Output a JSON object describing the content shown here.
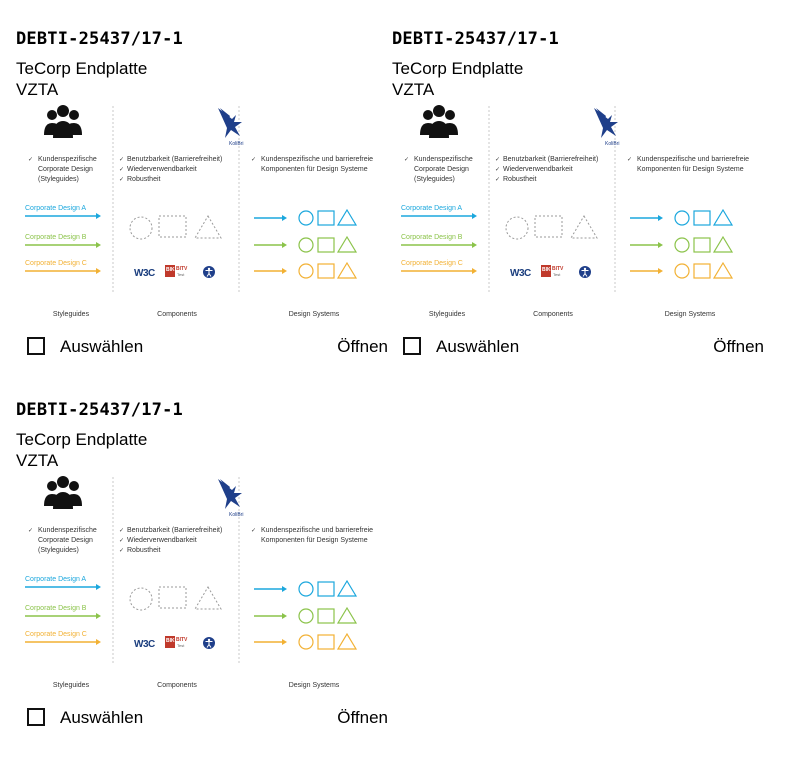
{
  "colors": {
    "design_a": "#1ba7dd",
    "design_b": "#8bc34a",
    "design_c": "#f2b134",
    "kolibri_blue": "#1f3f8a",
    "bik_red": "#c0392b",
    "divider": "#c8c8c8"
  },
  "cards": [
    {
      "title": "DEBTI-25437/17-1",
      "subtitle_line1": "TeCorp Endplatte",
      "subtitle_line2": "VZTA",
      "select_label": "Auswählen",
      "open_label": "Öffnen"
    },
    {
      "title": "DEBTI-25437/17-1",
      "subtitle_line1": "TeCorp Endplatte",
      "subtitle_line2": "VZTA",
      "select_label": "Auswählen",
      "open_label": "Öffnen"
    },
    {
      "title": "DEBTI-25437/17-1",
      "subtitle_line1": "TeCorp Endplatte",
      "subtitle_line2": "VZTA",
      "select_label": "Auswählen",
      "open_label": "Öffnen"
    }
  ],
  "figure": {
    "icons": {
      "users": "group-people-icon",
      "kolibri": "hummingbird-logo-icon",
      "w3c": "w3c-logo",
      "bik": "bik-bitv-logo",
      "accessibility": "accessibility-icon"
    },
    "kolibri_label": "KoliBri",
    "col1_check_lines": [
      "Kundenspezifische",
      "Corporate Design",
      "(Styleguides)"
    ],
    "col2_checks": [
      "Benutzbarkeit (Barrierefreiheit)",
      "Wiederverwendbarkeit",
      "Robustheit"
    ],
    "col3_check_lines": [
      "Kundenspezifische und barrierefreie",
      "Komponenten für Design Systeme"
    ],
    "designs": [
      "Corporate Design A",
      "Corporate Design B",
      "Corporate Design C"
    ],
    "w3c_text": "W3C",
    "bik_text_top": "BIK",
    "bik_text_right": "BITV",
    "bik_text_small": "Test",
    "footers": [
      "Styleguides",
      "Components",
      "Design Systems"
    ]
  }
}
